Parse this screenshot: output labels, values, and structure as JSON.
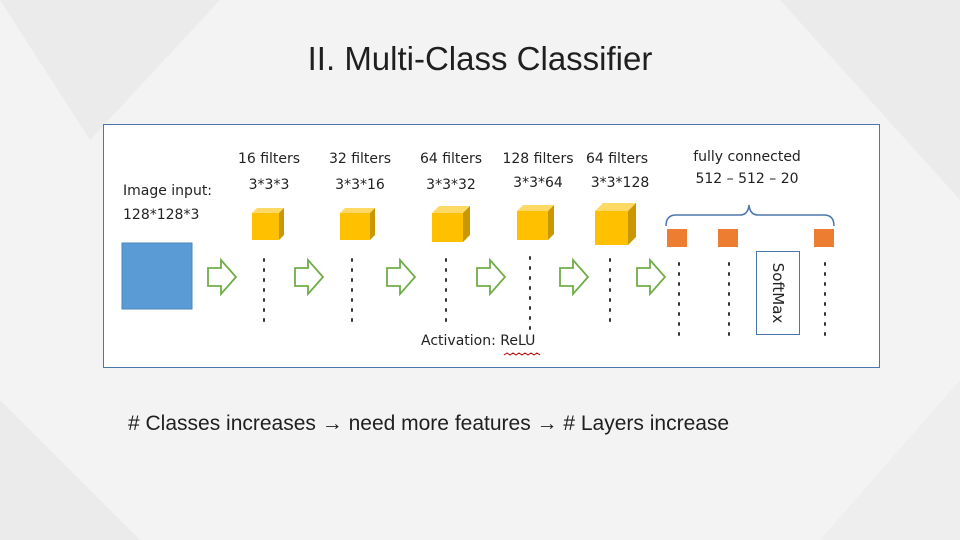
{
  "slide": {
    "title": "II.  Multi-Class Classifier",
    "caption": "# Classes increases → need more features → # Layers increase"
  },
  "figure": {
    "input": {
      "label_line1": "Image input:",
      "label_line2": "128*128*3"
    },
    "conv_layers": [
      {
        "filters": "16 filters",
        "kernel": "3*3*3"
      },
      {
        "filters": "32 filters",
        "kernel": "3*3*16"
      },
      {
        "filters": "64 filters",
        "kernel": "3*3*32"
      },
      {
        "filters": "128 filters",
        "kernel": "3*3*64"
      },
      {
        "filters": "64 filters",
        "kernel": "3*3*128"
      }
    ],
    "fully_connected": {
      "label_line1": "fully connected",
      "label_line2": "512 – 512 – 20"
    },
    "softmax_label": "SoftMax",
    "activation_label_prefix": "Activation: ",
    "activation_label_value": "ReLU"
  },
  "colors": {
    "input_square": "#5b9bd5",
    "filter_cube": "#ffc000",
    "fc_node": "#ed7d31",
    "arrow_outline": "#70ad47",
    "frame": "#4b76ad"
  }
}
